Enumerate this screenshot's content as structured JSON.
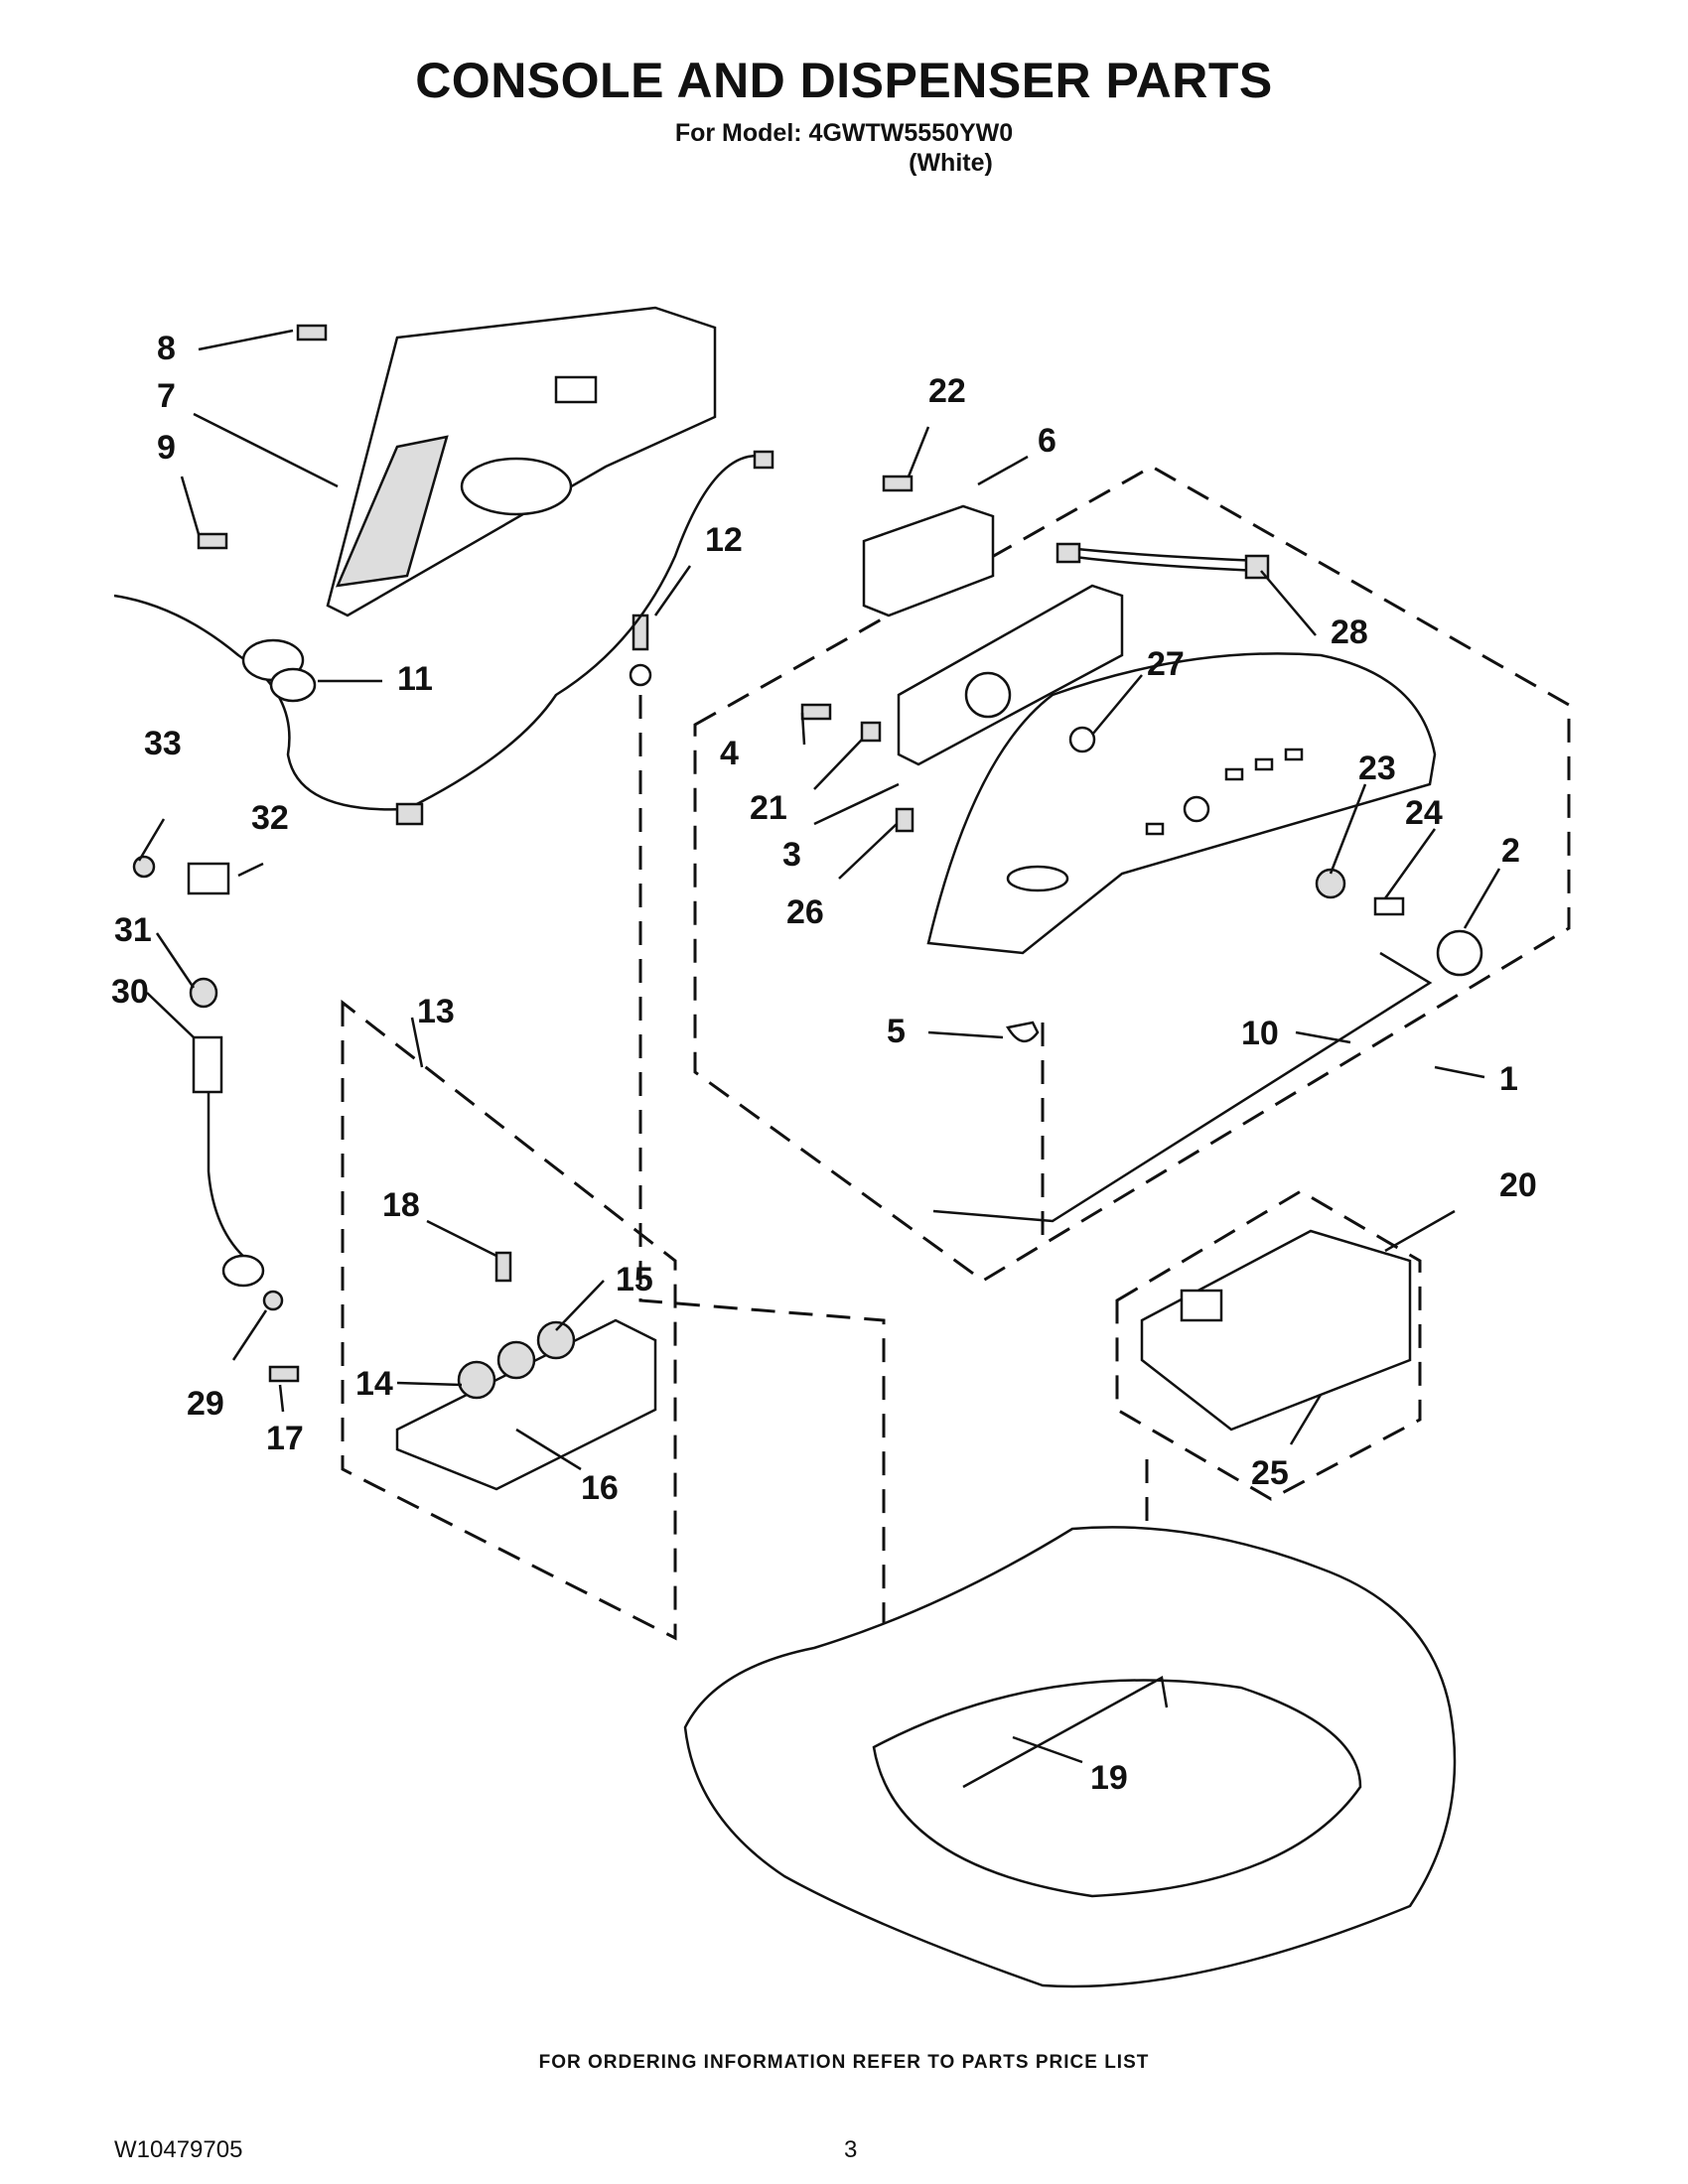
{
  "header": {
    "title": "CONSOLE AND DISPENSER PARTS",
    "model_line": "For Model: 4GWTW5550YW0",
    "color_line": "(White)"
  },
  "callouts": [
    "1",
    "2",
    "3",
    "4",
    "5",
    "6",
    "7",
    "8",
    "9",
    "10",
    "11",
    "12",
    "13",
    "14",
    "15",
    "16",
    "17",
    "18",
    "19",
    "20",
    "21",
    "22",
    "23",
    "24",
    "25",
    "26",
    "27",
    "28",
    "29",
    "30",
    "31",
    "32",
    "33"
  ],
  "footer": {
    "ordering_note": "FOR ORDERING INFORMATION REFER TO PARTS PRICE LIST",
    "doc_number": "W10479705",
    "page_number": "3"
  }
}
